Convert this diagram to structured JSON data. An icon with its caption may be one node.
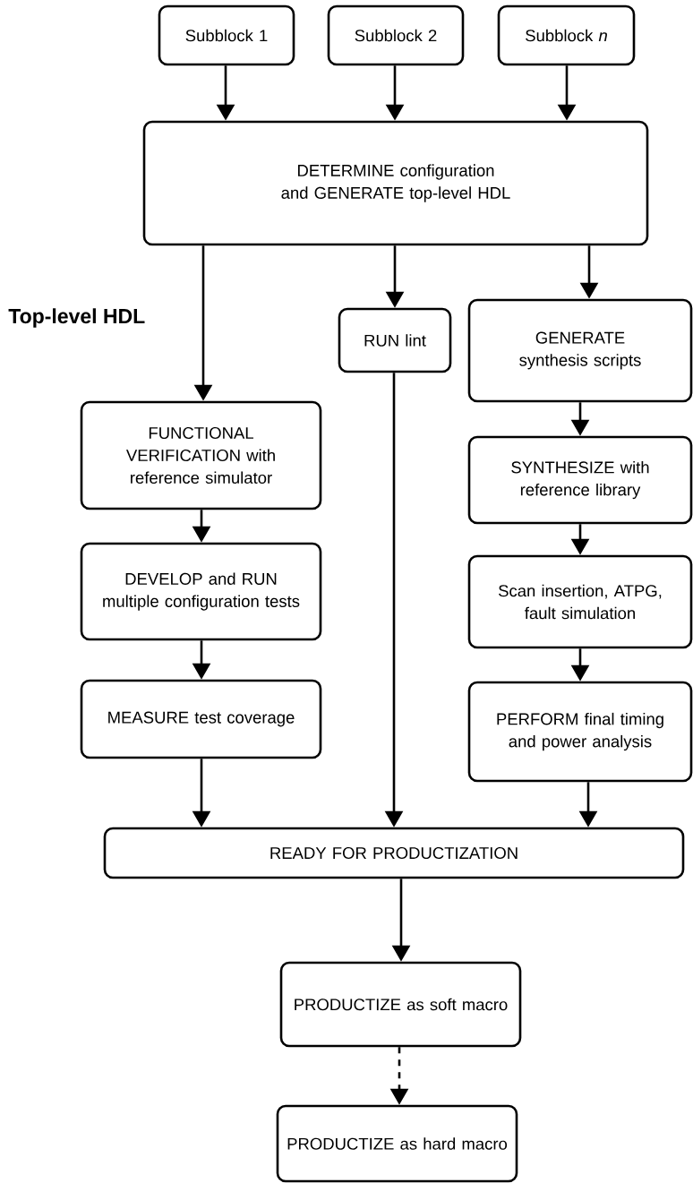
{
  "diagram": {
    "nodes": [
      {
        "text": [
          "Subblock 1"
        ]
      },
      {
        "text": [
          "Subblock 2"
        ]
      },
      {
        "text": [
          "Subblock *n*"
        ]
      },
      {
        "text": [
          "DETERMINE configuration and GENERATE top-level HDL"
        ]
      },
      {
        "text": [
          "RUN lint"
        ]
      },
      {
        "text": [
          "GENERATE synthesis scripts"
        ]
      },
      {
        "text": [
          "FUNCTIONAL VERIFICATION with reference simulator"
        ]
      },
      {
        "text": [
          "SYNTHESIZE with reference library"
        ]
      },
      {
        "text": [
          "DEVELOP and RUN multiple configuration tests"
        ]
      },
      {
        "text": [
          "Scan insertion, ATPG, fault simulation"
        ]
      },
      {
        "text": [
          "MEASURE test coverage"
        ]
      },
      {
        "text": [
          "PERFORM final timing and power analysis"
        ]
      },
      {
        "text": [
          "READY FOR PRODUCTIZATION"
        ]
      },
      {
        "text": [
          "PRODUCTIZE as soft macro"
        ]
      },
      {
        "text": [
          "PRODUCTIZE as hard macro"
        ]
      }
    ],
    "edges": [
      {
        "from": 0,
        "to": 3,
        "arrow": "to"
      },
      {
        "from": 1,
        "to": 3,
        "arrow": "to"
      },
      {
        "from": 2,
        "to": 3,
        "arrow": "to"
      },
      {
        "from": 3,
        "to": 6,
        "arrow": "to"
      },
      {
        "from": 3,
        "to": 4,
        "arrow": "to"
      },
      {
        "from": 3,
        "to": 5,
        "arrow": "to"
      },
      {
        "from": 6,
        "to": 8,
        "arrow": "to"
      },
      {
        "from": 8,
        "to": 10,
        "arrow": "to"
      },
      {
        "from": 5,
        "to": 7,
        "arrow": "to"
      },
      {
        "from": 7,
        "to": 9,
        "arrow": "to"
      },
      {
        "from": 9,
        "to": 11,
        "arrow": "to"
      },
      {
        "from": 10,
        "to": 12,
        "arrow": "to"
      },
      {
        "from": 4,
        "to": 12,
        "arrow": "to"
      },
      {
        "from": 11,
        "to": 12,
        "arrow": "to"
      },
      {
        "from": 12,
        "to": 13,
        "arrow": "to"
      },
      {
        "from": 13,
        "to": 14,
        "arrow": "to",
        "style": "dashed"
      }
    ],
    "labels": [
      "Top-level HDL"
    ]
  }
}
